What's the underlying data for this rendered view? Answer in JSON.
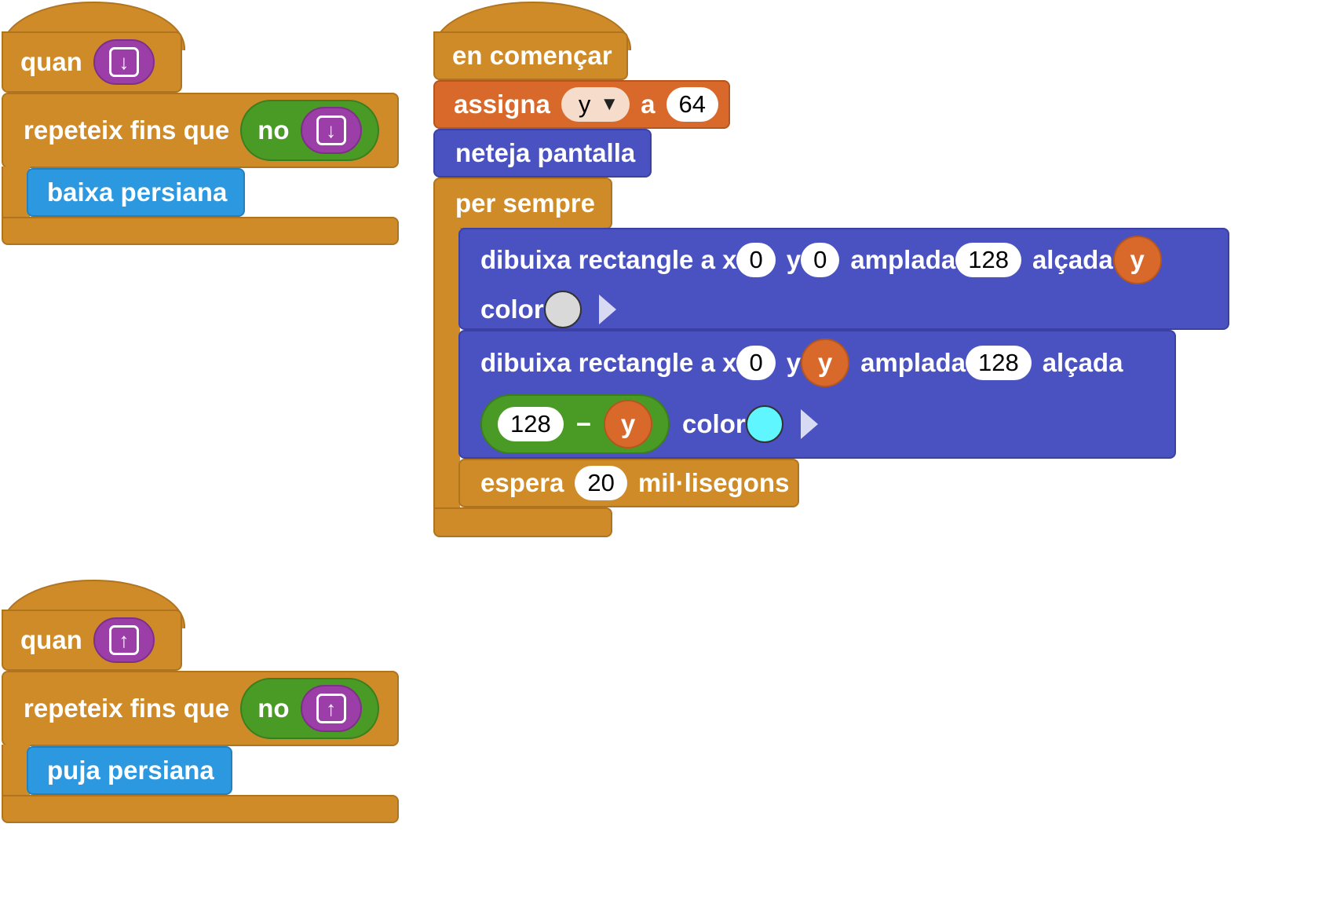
{
  "scripts": {
    "down_handler": {
      "hat_word": "quan",
      "key_icon": "arrow-down-key-icon",
      "loop_label": "repeteix fins que",
      "not_label": "no",
      "action_label": "baixa persiana"
    },
    "up_handler": {
      "hat_word": "quan",
      "key_icon": "arrow-up-key-icon",
      "loop_label": "repeteix fins que",
      "not_label": "no",
      "action_label": "puja persiana"
    },
    "main": {
      "hat_label": "en començar",
      "assign_label": "assigna",
      "assign_var": "y",
      "assign_to": "a",
      "assign_value": "64",
      "clear_label": "neteja pantalla",
      "forever_label": "per sempre",
      "rect1": {
        "label": "dibuixa rectangle a x",
        "x": "0",
        "y_word": "y",
        "y": "0",
        "width_word": "amplada",
        "width": "128",
        "height_word": "alçada",
        "height_var": "y",
        "color_word": "color",
        "color": "#d9d9d9"
      },
      "rect2": {
        "label": "dibuixa rectangle a x",
        "x": "0",
        "y_word": "y",
        "y_var": "y",
        "width_word": "amplada",
        "width": "128",
        "height_word": "alçada",
        "minus_left": "128",
        "minus_op": "−",
        "minus_right": "y",
        "color_word": "color",
        "color": "#5ff6ff"
      },
      "wait_label": "espera",
      "wait_value": "20",
      "wait_unit": "mil·lisegons"
    }
  },
  "colors": {
    "events": "#cf8b28",
    "variables": "#d9692a",
    "pen": "#4a51c0",
    "custom": "#2b98e0",
    "operators": "#4a9a26",
    "keys": "#9b3ea8"
  }
}
